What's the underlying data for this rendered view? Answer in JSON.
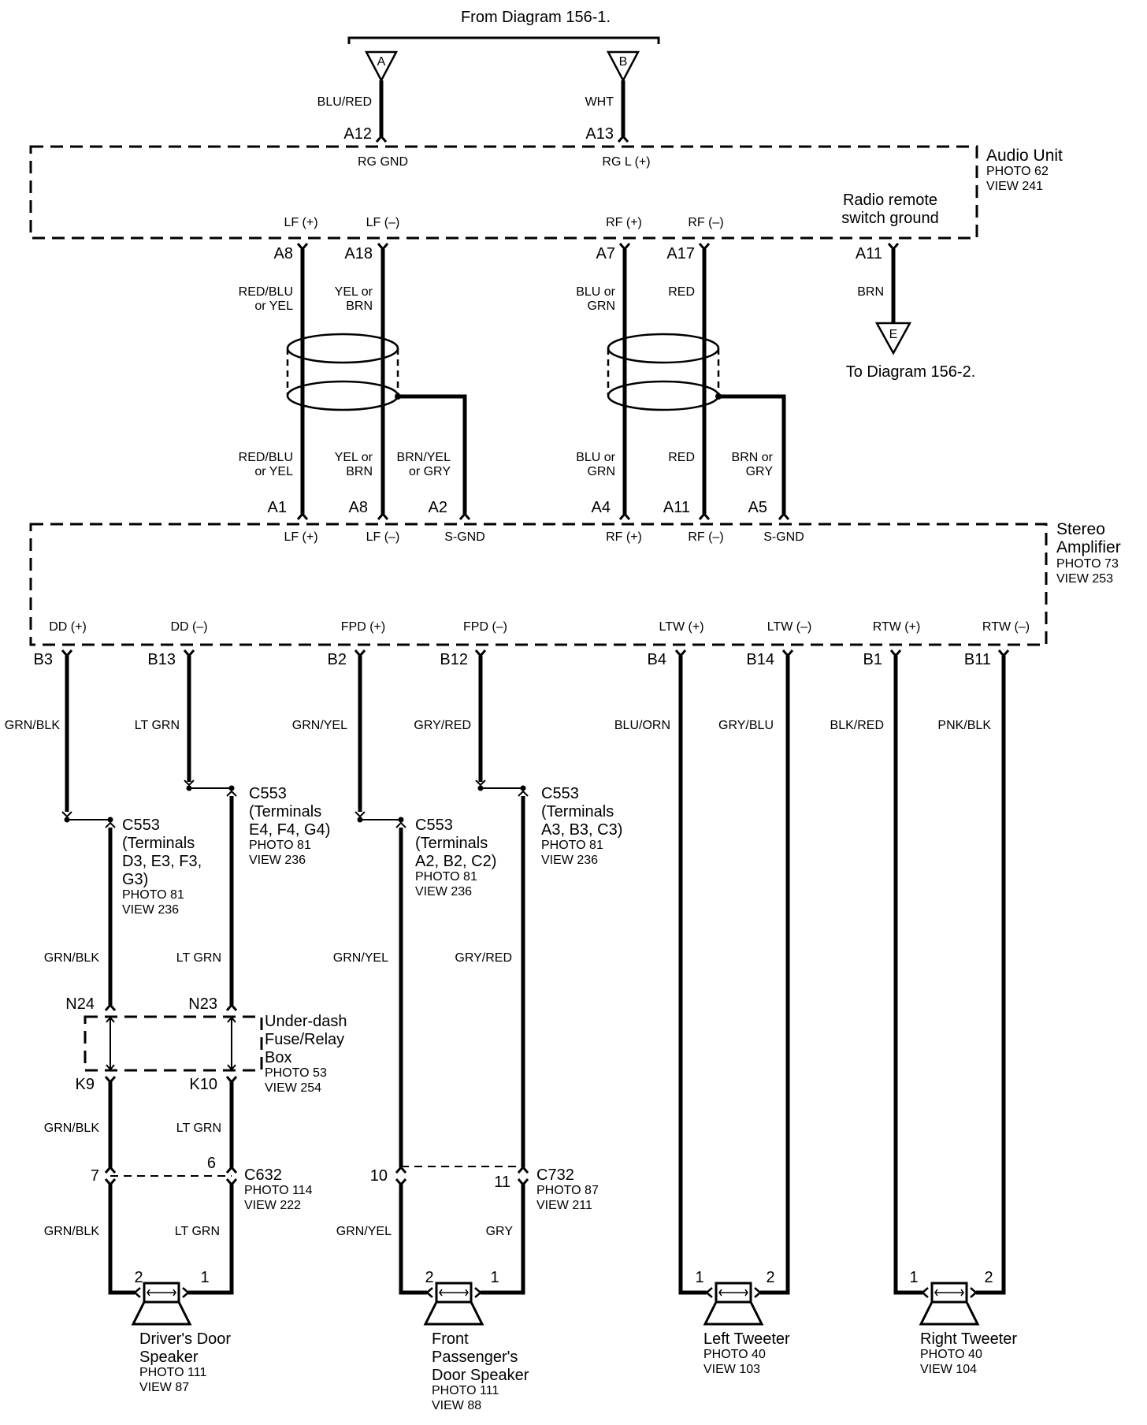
{
  "from_note": "From Diagram 156-1.",
  "to_note": "To Diagram 156-2.",
  "flags": {
    "a": "A",
    "b": "B",
    "e": "E"
  },
  "audio_unit": {
    "title": "Audio Unit",
    "photo": "PHOTO 62",
    "view": "VIEW 241",
    "remote_ground_1": "Radio remote",
    "remote_ground_2": "switch ground",
    "rg_gnd": "RG GND",
    "rg_l": "RG L (+)",
    "lf_pos": "LF (+)",
    "lf_neg": "LF (–)",
    "rf_pos": "RF (+)",
    "rf_neg": "RF (–)",
    "pins": {
      "a12": "A12",
      "a13": "A13",
      "a8": "A8",
      "a18": "A18",
      "a7": "A7",
      "a17": "A17",
      "a11": "A11"
    }
  },
  "stereo_amp": {
    "title_1": "Stereo",
    "title_2": "Amplifier",
    "photo": "PHOTO 73",
    "view": "VIEW 253",
    "lf_pos": "LF (+)",
    "lf_neg": "LF (–)",
    "s_gnd_1": "S-GND",
    "rf_pos": "RF (+)",
    "rf_neg": "RF (–)",
    "s_gnd_2": "S-GND",
    "pins_in": {
      "a1": "A1",
      "a8": "A8",
      "a2": "A2",
      "a4": "A4",
      "a11": "A11",
      "a5": "A5"
    },
    "dd_pos": "DD  (+)",
    "dd_neg": "DD (–)",
    "fpd_pos": "FPD  (+)",
    "fpd_neg": "FPD (–)",
    "ltw_pos": "LTW  (+)",
    "ltw_neg": "LTW (–)",
    "rtw_pos": "RTW  (+)",
    "rtw_neg": "RTW (–)",
    "pins_out": {
      "b3": "B3",
      "b13": "B13",
      "b2": "B2",
      "b12": "B12",
      "b4": "B4",
      "b14": "B14",
      "b1": "B1",
      "b11": "B11"
    }
  },
  "wires": {
    "blu_red": "BLU/RED",
    "wht": "WHT",
    "brn": "BRN",
    "red_blu_yel_1": "RED/BLU",
    "red_blu_yel_2": "or YEL",
    "yel_brn_1": "YEL or",
    "yel_brn_2": "BRN",
    "blu_grn_1": "BLU or",
    "blu_grn_2": "GRN",
    "red": "RED",
    "brn_yel_gry_1": "BRN/YEL",
    "brn_yel_gry_2": "or GRY",
    "brn_gry_1": "BRN or",
    "brn_gry_2": "GRY",
    "grn_blk": "GRN/BLK",
    "lt_grn": "LT GRN",
    "grn_yel": "GRN/YEL",
    "gry_red": "GRY/RED",
    "blu_orn": "BLU/ORN",
    "gry_blu": "GRY/BLU",
    "blk_red": "BLK/RED",
    "pnk_blk": "PNK/BLK",
    "gry": "GRY"
  },
  "c553_de": {
    "l1": "C553",
    "l2": "(Terminals",
    "l3": "D3, E3, F3,",
    "l4": "G3)",
    "photo": "PHOTO 81",
    "view": "VIEW 236"
  },
  "c553_ef": {
    "l1": "C553",
    "l2": "(Terminals",
    "l3": "E4, F4, G4)",
    "photo": "PHOTO 81",
    "view": "VIEW 236"
  },
  "c553_ab": {
    "l1": "C553",
    "l2": "(Terminals",
    "l3": "A2, B2, C2)",
    "photo": "PHOTO 81",
    "view": "VIEW 236"
  },
  "c553_a3": {
    "l1": "C553",
    "l2": "(Terminals",
    "l3": "A3, B3, C3)",
    "photo": "PHOTO 81",
    "view": "VIEW 236"
  },
  "fuse_box": {
    "l1": "Under-dash",
    "l2": "Fuse/Relay",
    "l3": "Box",
    "photo": "PHOTO 53",
    "view": "VIEW 254",
    "n24": "N24",
    "n23": "N23",
    "k9": "K9",
    "k10": "K10"
  },
  "c632": {
    "name": "C632",
    "photo": "PHOTO 114",
    "view": "VIEW 222",
    "p7": "7",
    "p6": "6"
  },
  "c732": {
    "name": "C732",
    "photo": "PHOTO 87",
    "view": "VIEW 211",
    "p10": "10",
    "p11": "11"
  },
  "speakers": {
    "driver": {
      "l1": "Driver's Door",
      "l2": "Speaker",
      "photo": "PHOTO 111",
      "view": "VIEW 87",
      "p2": "2",
      "p1": "1"
    },
    "passenger": {
      "l1": "Front",
      "l2": "Passenger's",
      "l3": "Door Speaker",
      "photo": "PHOTO 111",
      "view": "VIEW 88",
      "p2": "2",
      "p1": "1"
    },
    "left_tweeter": {
      "l1": "Left Tweeter",
      "photo": "PHOTO 40",
      "view": "VIEW 103",
      "p1": "1",
      "p2": "2"
    },
    "right_tweeter": {
      "l1": "Right Tweeter",
      "photo": "PHOTO 40",
      "view": "VIEW 104",
      "p1": "1",
      "p2": "2"
    }
  }
}
